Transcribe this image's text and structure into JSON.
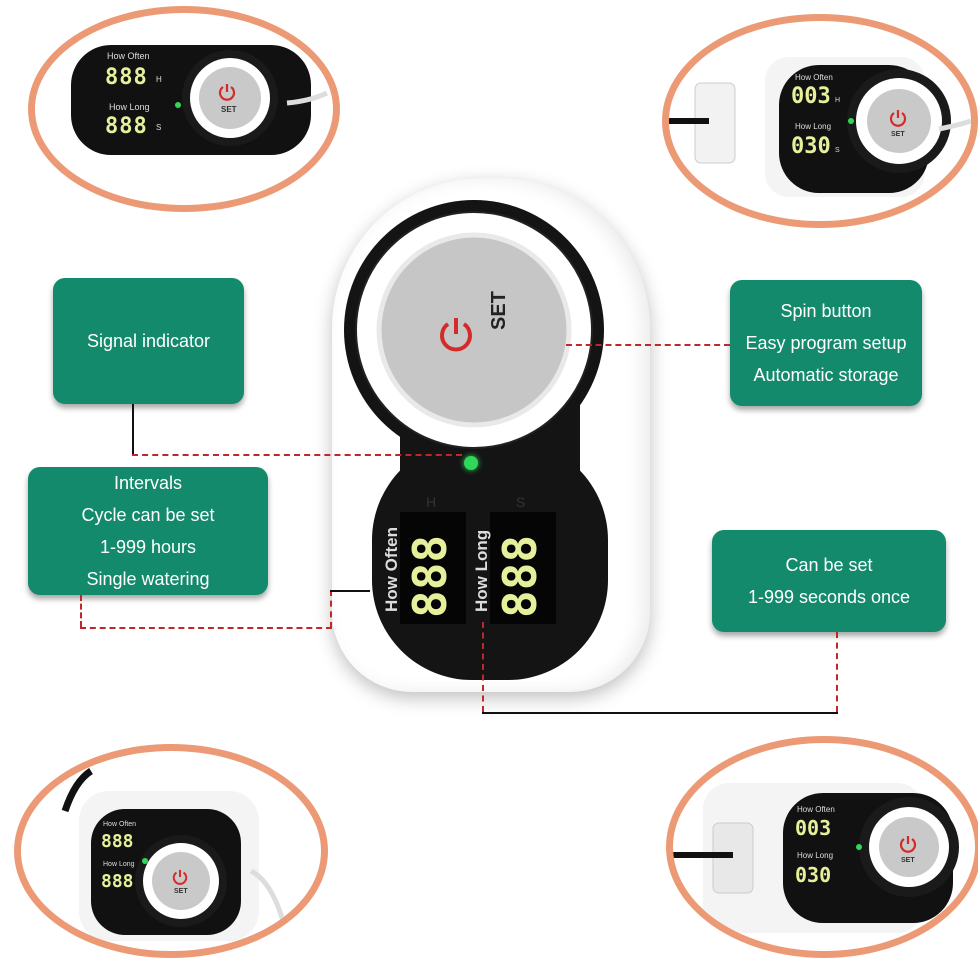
{
  "callouts": {
    "signal": {
      "lines": [
        "Signal indicator"
      ]
    },
    "spin": {
      "lines": [
        "Spin button",
        "Easy program setup",
        "Automatic storage"
      ]
    },
    "intervals": {
      "lines": [
        "Intervals",
        "Cycle can be set",
        "1-999 hours",
        "Single watering"
      ]
    },
    "seconds": {
      "lines": [
        "Can be set",
        "1-999 seconds once"
      ]
    }
  },
  "device": {
    "set_label": "SET",
    "how_often_label": "How Often",
    "how_long_label": "How Long",
    "hours_unit": "H",
    "seconds_unit": "S",
    "digits_often": "888",
    "digits_long": "888"
  },
  "insets": {
    "top_left": {
      "how_often": "How Often",
      "how_long": "How Long",
      "digits_often": "888",
      "digits_long": "888",
      "unit_h": "H",
      "unit_s": "S",
      "set": "SET"
    },
    "top_right": {
      "how_often": "How Often",
      "how_long": "How Long",
      "digits_often": "003",
      "digits_long": "030",
      "unit_h": "H",
      "unit_s": "S",
      "set": "SET"
    },
    "bottom_left": {
      "how_often": "How Often",
      "how_long": "How Long",
      "digits_often": "888",
      "digits_long": "888",
      "set": "SET"
    },
    "bottom_right": {
      "how_often": "How Often",
      "how_long": "How Long",
      "digits_often": "003",
      "digits_long": "030",
      "set": "SET"
    }
  },
  "colors": {
    "callout_bg": "#148a6c",
    "oval_border": "#ec9a75",
    "digit_color": "#e6ef9a",
    "led_green": "#2fd85a",
    "power_red": "#d42a2a"
  }
}
